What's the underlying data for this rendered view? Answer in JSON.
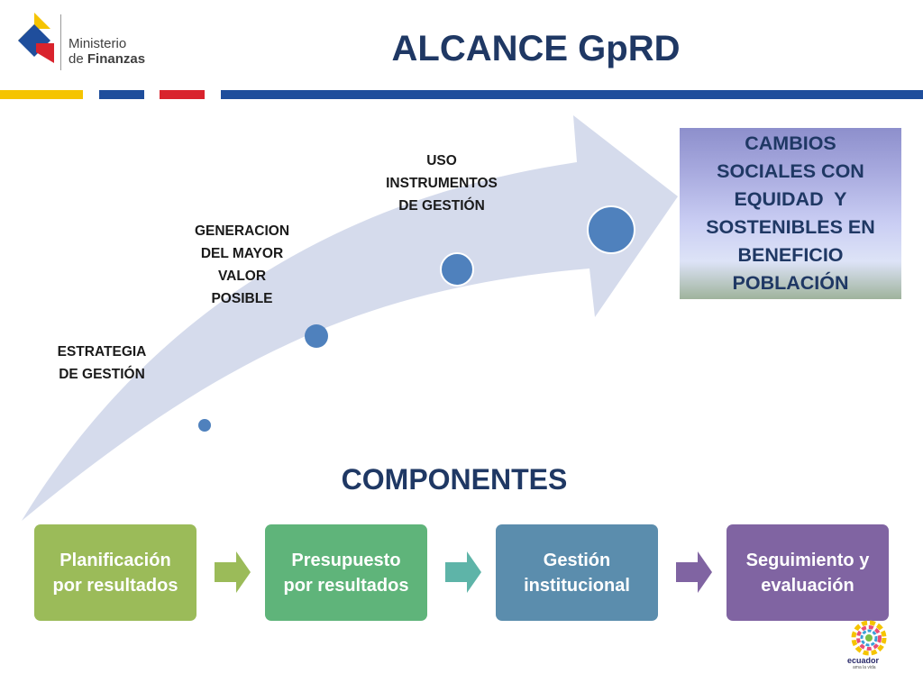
{
  "header": {
    "logo_line1": "Ministerio",
    "logo_line2_prefix": "de ",
    "logo_line2_bold": "Finanzas",
    "title": "ALCANCE GpRD"
  },
  "diagram": {
    "stages": [
      {
        "line1": "ESTRATEGIA",
        "line2": "DE GESTIÓN"
      },
      {
        "line1": "GENERACION",
        "line2": "DEL MAYOR",
        "line3": "VALOR",
        "line4": "POSIBLE"
      },
      {
        "line1": "USO",
        "line2": "INSTRUMENTOS",
        "line3": "DE GESTIÓN"
      }
    ],
    "outcome": {
      "line1": "CAMBIOS",
      "line2": "SOCIALES CON",
      "line3": "EQUIDAD  Y",
      "line4": "SOSTENIBLES EN",
      "line5": "BENEFICIO",
      "line6": "POBLACIÓN"
    }
  },
  "components": {
    "title": "COMPONENTES",
    "items": [
      {
        "line1": "Planificación",
        "line2": "por resultados",
        "color": "#9bbb59"
      },
      {
        "line1": "Presupuesto",
        "line2": "por resultados",
        "color": "#5fb47a"
      },
      {
        "line1": "Gestión",
        "line2": "institucional",
        "color": "#5b8dad"
      },
      {
        "line1": "Seguimiento y",
        "line2": "evaluación",
        "color": "#8064a2"
      }
    ],
    "arrow_colors": [
      "#9bbb59",
      "#5eb4a8",
      "#8064a2"
    ]
  },
  "footer": {
    "brand": "ecuador",
    "tagline": "ama la vida"
  },
  "colors": {
    "title": "#1f3864",
    "arrow_fill": "#d5dbec",
    "dot": "#4f81bd",
    "stripe_yellow": "#f5c400",
    "stripe_blue": "#1f4e9c",
    "stripe_red": "#d9232d"
  }
}
